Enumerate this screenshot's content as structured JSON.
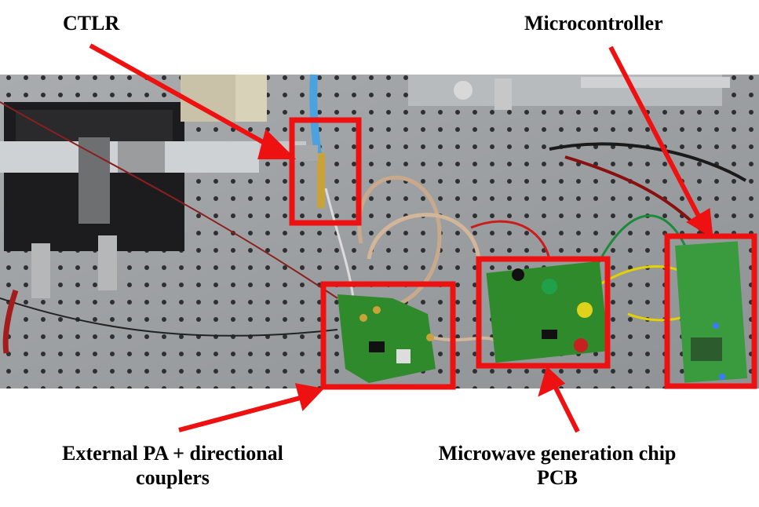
{
  "labels": {
    "ctlr": "CTLR",
    "microcontroller": "Microcontroller",
    "external_pa_line1": "External PA + directional",
    "external_pa_line2": "couplers",
    "microwave_line1": "Microwave generation chip",
    "microwave_line2": "PCB"
  },
  "colors": {
    "highlight": "#ee1111",
    "arrow": "#ee1111",
    "optical_table": "#9a9d9f",
    "pcb": "#2f8a2c",
    "microcontroller_board": "#3a9a3e"
  },
  "icons": {
    "arrows": "callout-arrow",
    "boxes": "highlight-box"
  }
}
